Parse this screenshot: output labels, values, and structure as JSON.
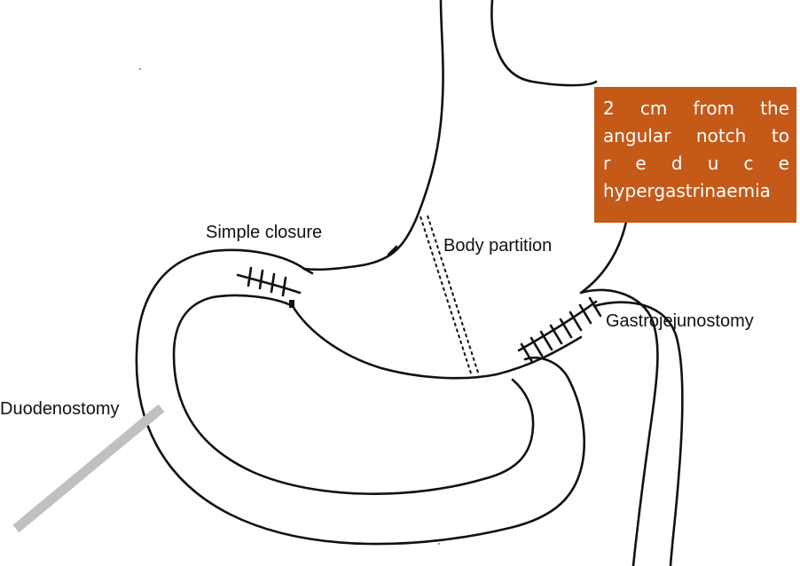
{
  "labels": {
    "simple_closure": "Simple closure",
    "body_partition": "Body partition",
    "gastrojejunostomy": "Gastrojejunostomy",
    "duodenostomy": "Duodenostomy"
  },
  "note": {
    "lines": [
      "2 cm from the",
      "angular notch to",
      "r e d u c e",
      "hypergastrinaemia"
    ],
    "background": "#c45918",
    "text_color": "#ffffff"
  },
  "colors": {
    "outline": "#111111",
    "tube": "#c0c0c0"
  }
}
